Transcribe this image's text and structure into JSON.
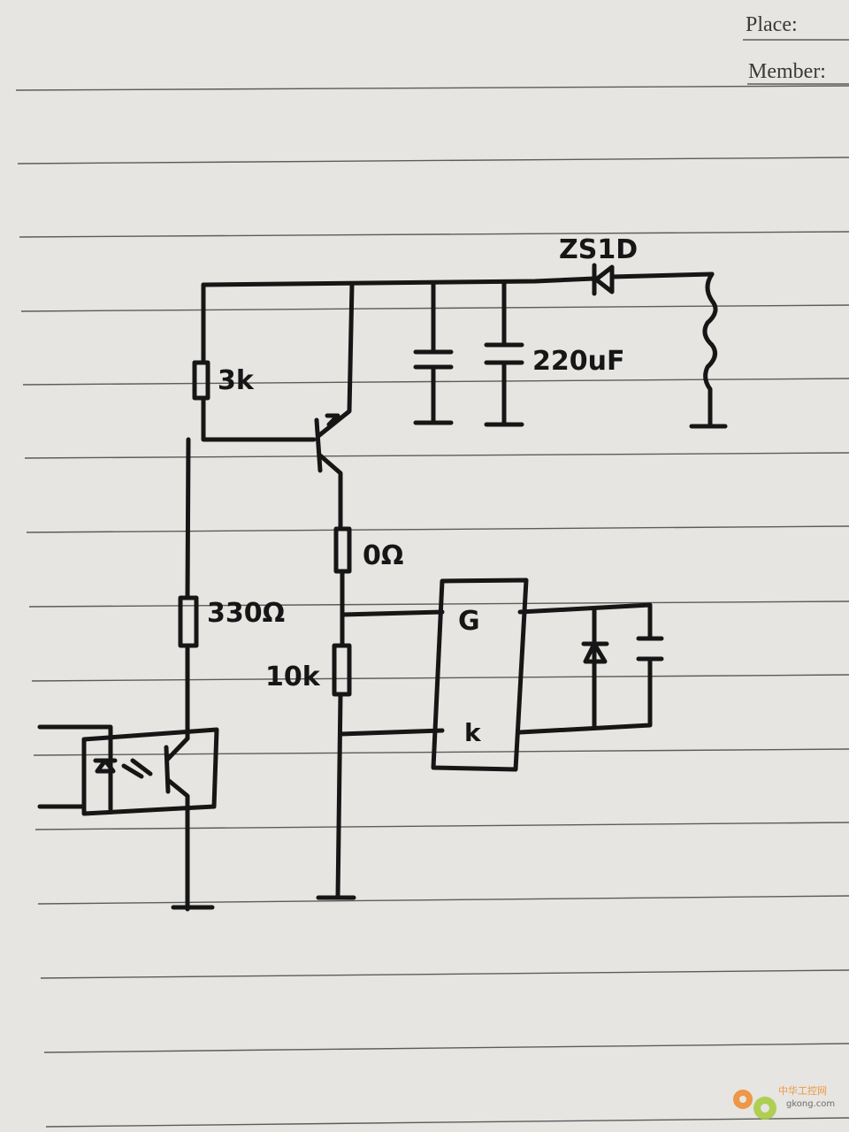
{
  "header": {
    "place_label": "Place:",
    "member_label": "Member:"
  },
  "labels": {
    "zener": "ZS1D",
    "capacitor": "220uF",
    "r_base": "3k",
    "r_led": "330Ω",
    "r_gate": "0Ω",
    "r_pulldown": "10k",
    "gate_pin": "G",
    "cathode_pin": "k"
  },
  "watermark": {
    "text_cn": "中华工控网",
    "text": "gkong.com",
    "colors": [
      "#f08a2c",
      "#a6cc3a"
    ]
  },
  "paper_color": "#e6e5e1",
  "ink_color": "#161616"
}
